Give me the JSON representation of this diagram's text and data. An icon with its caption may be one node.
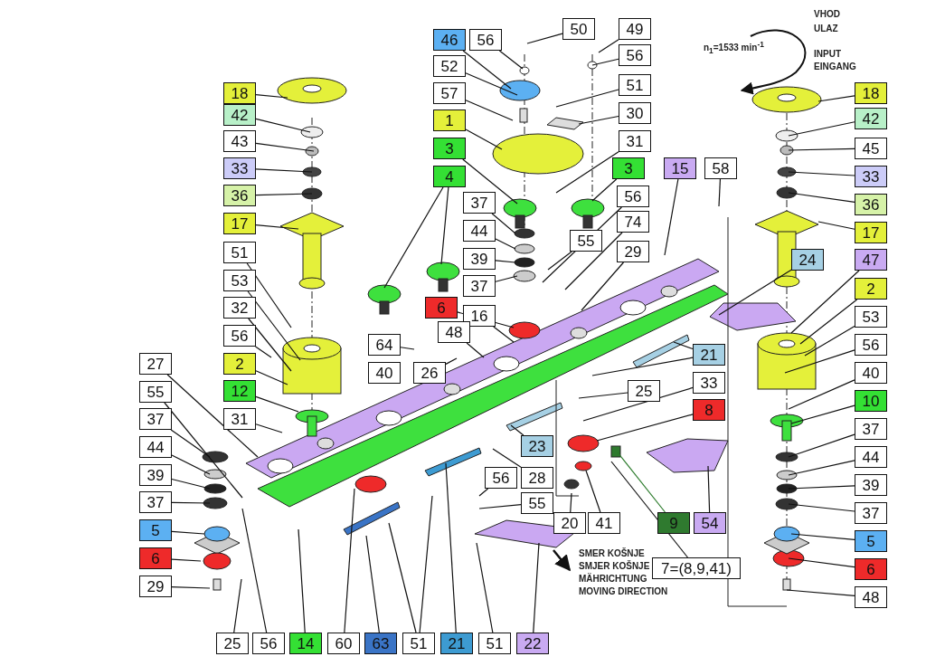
{
  "diagram": {
    "nodes": [
      {
        "text": [
          "18"
        ]
      },
      {
        "text": [
          "42"
        ]
      },
      {
        "text": [
          "43"
        ]
      },
      {
        "text": [
          "33"
        ]
      },
      {
        "text": [
          "36"
        ]
      },
      {
        "text": [
          "17"
        ]
      },
      {
        "text": [
          "51"
        ]
      },
      {
        "text": [
          "53"
        ]
      },
      {
        "text": [
          "32"
        ]
      },
      {
        "text": [
          "56"
        ]
      },
      {
        "text": [
          "2"
        ]
      },
      {
        "text": [
          "12"
        ]
      },
      {
        "text": [
          "31"
        ]
      },
      {
        "text": [
          "27"
        ]
      },
      {
        "text": [
          "55"
        ]
      },
      {
        "text": [
          "37"
        ]
      },
      {
        "text": [
          "44"
        ]
      },
      {
        "text": [
          "39"
        ]
      },
      {
        "text": [
          "37"
        ]
      },
      {
        "text": [
          "5"
        ]
      },
      {
        "text": [
          "6"
        ]
      },
      {
        "text": [
          "29"
        ]
      },
      {
        "text": [
          "25"
        ]
      },
      {
        "text": [
          "56"
        ]
      },
      {
        "text": [
          "14"
        ]
      },
      {
        "text": [
          "60"
        ]
      },
      {
        "text": [
          "63"
        ]
      },
      {
        "text": [
          "51"
        ]
      },
      {
        "text": [
          "21"
        ]
      },
      {
        "text": [
          "51"
        ]
      },
      {
        "text": [
          "22"
        ]
      },
      {
        "text": [
          "46"
        ]
      },
      {
        "text": [
          "56"
        ]
      },
      {
        "text": [
          "50"
        ]
      },
      {
        "text": [
          "49"
        ]
      },
      {
        "text": [
          "56"
        ]
      },
      {
        "text": [
          "52"
        ]
      },
      {
        "text": [
          "57"
        ]
      },
      {
        "text": [
          "51"
        ]
      },
      {
        "text": [
          "1"
        ]
      },
      {
        "text": [
          "30"
        ]
      },
      {
        "text": [
          "3"
        ]
      },
      {
        "text": [
          "31"
        ]
      },
      {
        "text": [
          "3"
        ]
      },
      {
        "text": [
          "4"
        ]
      },
      {
        "text": [
          "37"
        ]
      },
      {
        "text": [
          "44"
        ]
      },
      {
        "text": [
          "39"
        ]
      },
      {
        "text": [
          "37"
        ]
      },
      {
        "text": [
          "15"
        ]
      },
      {
        "text": [
          "58"
        ]
      },
      {
        "text": [
          "56"
        ]
      },
      {
        "text": [
          "74"
        ]
      },
      {
        "text": [
          "55"
        ]
      },
      {
        "text": [
          "29"
        ]
      },
      {
        "text": [
          "6"
        ]
      },
      {
        "text": [
          "16"
        ]
      },
      {
        "text": [
          "64"
        ]
      },
      {
        "text": [
          "48"
        ]
      },
      {
        "text": [
          "40"
        ]
      },
      {
        "text": [
          "26"
        ]
      },
      {
        "text": [
          "24"
        ]
      },
      {
        "text": [
          "21"
        ]
      },
      {
        "text": [
          "33"
        ]
      },
      {
        "text": [
          "25"
        ]
      },
      {
        "text": [
          "8"
        ]
      },
      {
        "text": [
          "23"
        ]
      },
      {
        "text": [
          "56"
        ]
      },
      {
        "text": [
          "28"
        ]
      },
      {
        "text": [
          "55"
        ]
      },
      {
        "text": [
          "20"
        ]
      },
      {
        "text": [
          "41"
        ]
      },
      {
        "text": [
          "9"
        ]
      },
      {
        "text": [
          "54"
        ]
      },
      {
        "text": [
          "7=(8,9,41)"
        ]
      },
      {
        "text": [
          "18"
        ]
      },
      {
        "text": [
          "42"
        ]
      },
      {
        "text": [
          "45"
        ]
      },
      {
        "text": [
          "33"
        ]
      },
      {
        "text": [
          "36"
        ]
      },
      {
        "text": [
          "17"
        ]
      },
      {
        "text": [
          "47"
        ]
      },
      {
        "text": [
          "2"
        ]
      },
      {
        "text": [
          "53"
        ]
      },
      {
        "text": [
          "56"
        ]
      },
      {
        "text": [
          "40"
        ]
      },
      {
        "text": [
          "10"
        ]
      },
      {
        "text": [
          "37"
        ]
      },
      {
        "text": [
          "44"
        ]
      },
      {
        "text": [
          "39"
        ]
      },
      {
        "text": [
          "37"
        ]
      },
      {
        "text": [
          "5"
        ]
      },
      {
        "text": [
          "6"
        ]
      },
      {
        "text": [
          "48"
        ]
      }
    ],
    "edges": [
      {
        "from": 0,
        "to": null,
        "arrow": "none"
      },
      {
        "from": 1,
        "to": null,
        "arrow": "none"
      },
      {
        "from": 2,
        "to": null,
        "arrow": "none"
      },
      {
        "from": 3,
        "to": null,
        "arrow": "none"
      },
      {
        "from": 4,
        "to": null,
        "arrow": "none"
      },
      {
        "from": 5,
        "to": null,
        "arrow": "none"
      },
      {
        "from": 6,
        "to": null,
        "arrow": "none"
      },
      {
        "from": 7,
        "to": null,
        "arrow": "none"
      },
      {
        "from": 8,
        "to": null,
        "arrow": "none"
      },
      {
        "from": 9,
        "to": null,
        "arrow": "none"
      },
      {
        "from": 10,
        "to": null,
        "arrow": "none"
      },
      {
        "from": 11,
        "to": null,
        "arrow": "none"
      },
      {
        "from": 12,
        "to": null,
        "arrow": "none"
      },
      {
        "from": 13,
        "to": null,
        "arrow": "none"
      },
      {
        "from": 14,
        "to": null,
        "arrow": "none"
      },
      {
        "from": 15,
        "to": null,
        "arrow": "none"
      },
      {
        "from": 16,
        "to": null,
        "arrow": "none"
      },
      {
        "from": 17,
        "to": null,
        "arrow": "none"
      },
      {
        "from": 18,
        "to": null,
        "arrow": "none"
      },
      {
        "from": 19,
        "to": null,
        "arrow": "none"
      },
      {
        "from": 20,
        "to": null,
        "arrow": "none"
      },
      {
        "from": 21,
        "to": null,
        "arrow": "none"
      },
      {
        "from": 22,
        "to": null,
        "arrow": "none"
      },
      {
        "from": 23,
        "to": null,
        "arrow": "none"
      },
      {
        "from": 24,
        "to": null,
        "arrow": "none"
      },
      {
        "from": 25,
        "to": null,
        "arrow": "none"
      },
      {
        "from": 26,
        "to": null,
        "arrow": "none"
      },
      {
        "from": 27,
        "to": null,
        "arrow": "none"
      },
      {
        "from": 27,
        "to": null,
        "arrow": "none"
      },
      {
        "from": 28,
        "to": null,
        "arrow": "none"
      },
      {
        "from": 29,
        "to": null,
        "arrow": "none"
      },
      {
        "from": 30,
        "to": null,
        "arrow": "none"
      },
      {
        "from": 31,
        "to": null,
        "arrow": "none"
      },
      {
        "from": 32,
        "to": null,
        "arrow": "none"
      },
      {
        "from": 33,
        "to": null,
        "arrow": "none"
      },
      {
        "from": 34,
        "to": null,
        "arrow": "none"
      },
      {
        "from": 35,
        "to": null,
        "arrow": "none"
      },
      {
        "from": 36,
        "to": null,
        "arrow": "none"
      },
      {
        "from": 37,
        "to": null,
        "arrow": "none"
      },
      {
        "from": 38,
        "to": null,
        "arrow": "none"
      },
      {
        "from": 39,
        "to": null,
        "arrow": "none"
      },
      {
        "from": 40,
        "to": null,
        "arrow": "none"
      },
      {
        "from": 41,
        "to": null,
        "arrow": "none"
      },
      {
        "from": 42,
        "to": null,
        "arrow": "none"
      },
      {
        "from": 43,
        "to": null,
        "arrow": "none"
      },
      {
        "from": 44,
        "to": null,
        "arrow": "none"
      },
      {
        "from": 44,
        "to": null,
        "arrow": "none"
      },
      {
        "from": 45,
        "to": null,
        "arrow": "none"
      },
      {
        "from": 46,
        "to": null,
        "arrow": "none"
      },
      {
        "from": 47,
        "to": null,
        "arrow": "none"
      },
      {
        "from": 48,
        "to": null,
        "arrow": "none"
      },
      {
        "from": 49,
        "to": null,
        "arrow": "none"
      },
      {
        "from": 50,
        "to": null,
        "arrow": "none"
      },
      {
        "from": 51,
        "to": null,
        "arrow": "none"
      },
      {
        "from": 52,
        "to": null,
        "arrow": "none"
      },
      {
        "from": 53,
        "to": null,
        "arrow": "none"
      },
      {
        "from": 54,
        "to": null,
        "arrow": "none"
      },
      {
        "from": 55,
        "to": null,
        "arrow": "none"
      },
      {
        "from": 56,
        "to": null,
        "arrow": "none"
      },
      {
        "from": 57,
        "to": null,
        "arrow": "none"
      },
      {
        "from": 58,
        "to": null,
        "arrow": "none"
      },
      {
        "from": 60,
        "to": null,
        "arrow": "none"
      },
      {
        "from": 61,
        "to": null,
        "arrow": "none"
      },
      {
        "from": 62,
        "to": null,
        "arrow": "none"
      },
      {
        "from": 62,
        "to": null,
        "arrow": "none"
      },
      {
        "from": 63,
        "to": null,
        "arrow": "none"
      },
      {
        "from": 64,
        "to": null,
        "arrow": "none"
      },
      {
        "from": 65,
        "to": null,
        "arrow": "none"
      },
      {
        "from": 66,
        "to": null,
        "arrow": "none"
      },
      {
        "from": 67,
        "to": null,
        "arrow": "none"
      },
      {
        "from": 68,
        "to": null,
        "arrow": "none"
      },
      {
        "from": 69,
        "to": null,
        "arrow": "none"
      },
      {
        "from": 70,
        "to": null,
        "arrow": "none"
      },
      {
        "from": 71,
        "to": null,
        "arrow": "none"
      },
      {
        "from": 72,
        "to": null,
        "arrow": "none",
        "color": "#2a7a2a"
      },
      {
        "from": 73,
        "to": null,
        "arrow": "none"
      },
      {
        "from": 74,
        "to": null,
        "arrow": "none"
      },
      {
        "from": 75,
        "to": null,
        "arrow": "none"
      },
      {
        "from": 76,
        "to": null,
        "arrow": "none"
      },
      {
        "from": 77,
        "to": null,
        "arrow": "none"
      },
      {
        "from": 78,
        "to": null,
        "arrow": "none"
      },
      {
        "from": 79,
        "to": null,
        "arrow": "none"
      },
      {
        "from": 80,
        "to": null,
        "arrow": "none"
      },
      {
        "from": 81,
        "to": null,
        "arrow": "none"
      },
      {
        "from": 82,
        "to": null,
        "arrow": "none"
      },
      {
        "from": 83,
        "to": null,
        "arrow": "none"
      },
      {
        "from": 84,
        "to": null,
        "arrow": "none"
      },
      {
        "from": 85,
        "to": null,
        "arrow": "none"
      },
      {
        "from": 86,
        "to": null,
        "arrow": "none"
      },
      {
        "from": 87,
        "to": null,
        "arrow": "none"
      },
      {
        "from": 88,
        "to": null,
        "arrow": "none"
      },
      {
        "from": 89,
        "to": null,
        "arrow": "none"
      },
      {
        "from": 90,
        "to": null,
        "arrow": "none"
      },
      {
        "from": 91,
        "to": null,
        "arrow": "none"
      },
      {
        "from": 92,
        "to": null,
        "arrow": "none"
      },
      {
        "from": 93,
        "to": null,
        "arrow": "none"
      }
    ],
    "labels": [
      "VHOD",
      "ULAZ",
      "n$_{1}$=1533 min$^{-1}$",
      "INPUT",
      "EINGANG",
      "SMER KOŠNJE",
      "SMJER KOŠNJE",
      "MÄHRICHTUNG",
      "MOVING DIRECTION"
    ]
  }
}
